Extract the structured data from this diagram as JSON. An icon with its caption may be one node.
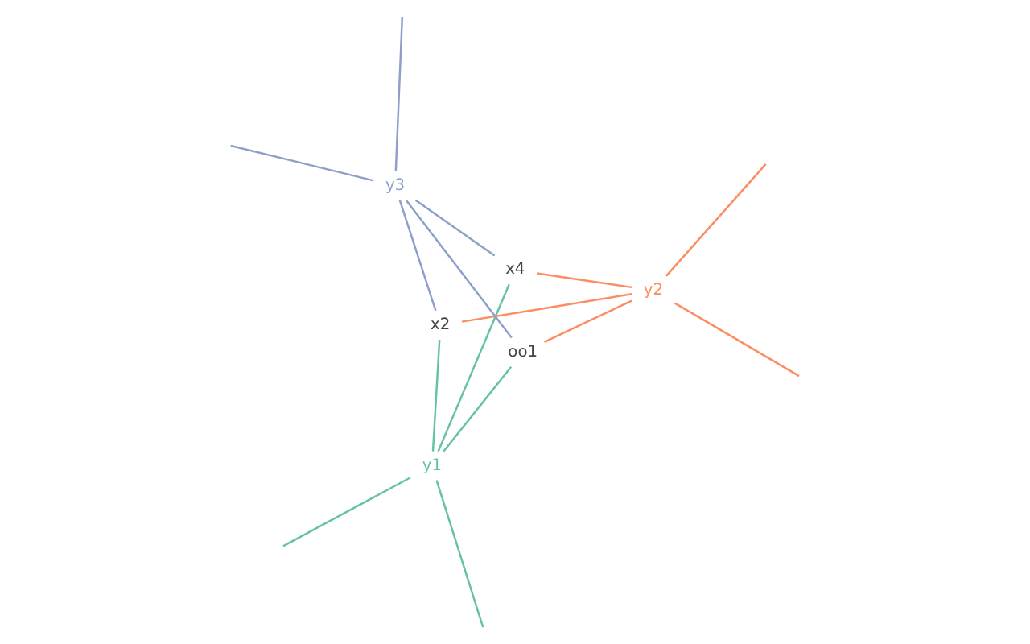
{
  "diagram": {
    "nodes": [
      {
        "text": [
          "y1"
        ]
      },
      {
        "text": [
          "oo1"
        ]
      },
      {
        "text": [
          "x4"
        ]
      },
      {
        "text": [
          "y2"
        ]
      },
      {
        "text": [
          "y3"
        ]
      },
      {
        "text": [
          "x2"
        ]
      }
    ],
    "edges": [
      {
        "from": 2,
        "to": 0,
        "arrow": "none",
        "color": "#66c2a5"
      },
      {
        "from": 0,
        "to": 1,
        "arrow": "none",
        "color": "#66c2a5"
      },
      {
        "from": 0,
        "to": 5,
        "arrow": "none",
        "color": "#66c2a5"
      },
      {
        "from": null,
        "to": 0,
        "arrow": "none",
        "color": "#66c2a5"
      },
      {
        "from": 0,
        "to": null,
        "arrow": "none",
        "color": "#66c2a5"
      },
      {
        "from": 2,
        "to": 3,
        "arrow": "none",
        "color": "#fc8d62"
      },
      {
        "from": 3,
        "to": 1,
        "arrow": "none",
        "color": "#fc8d62"
      },
      {
        "from": 3,
        "to": 5,
        "arrow": "none",
        "color": "#fc8d62"
      },
      {
        "from": null,
        "to": 3,
        "arrow": "none",
        "color": "#fc8d62"
      },
      {
        "from": 3,
        "to": null,
        "arrow": "none",
        "color": "#fc8d62"
      },
      {
        "from": 2,
        "to": 4,
        "arrow": "none",
        "color": "#8da0cb"
      },
      {
        "from": 4,
        "to": 1,
        "arrow": "none",
        "color": "#8da0cb"
      },
      {
        "from": 4,
        "to": 5,
        "arrow": "none",
        "color": "#8da0cb"
      },
      {
        "from": null,
        "to": 4,
        "arrow": "none",
        "color": "#8da0cb"
      },
      {
        "from": 4,
        "to": null,
        "arrow": "none",
        "color": "#8da0cb"
      }
    ]
  }
}
